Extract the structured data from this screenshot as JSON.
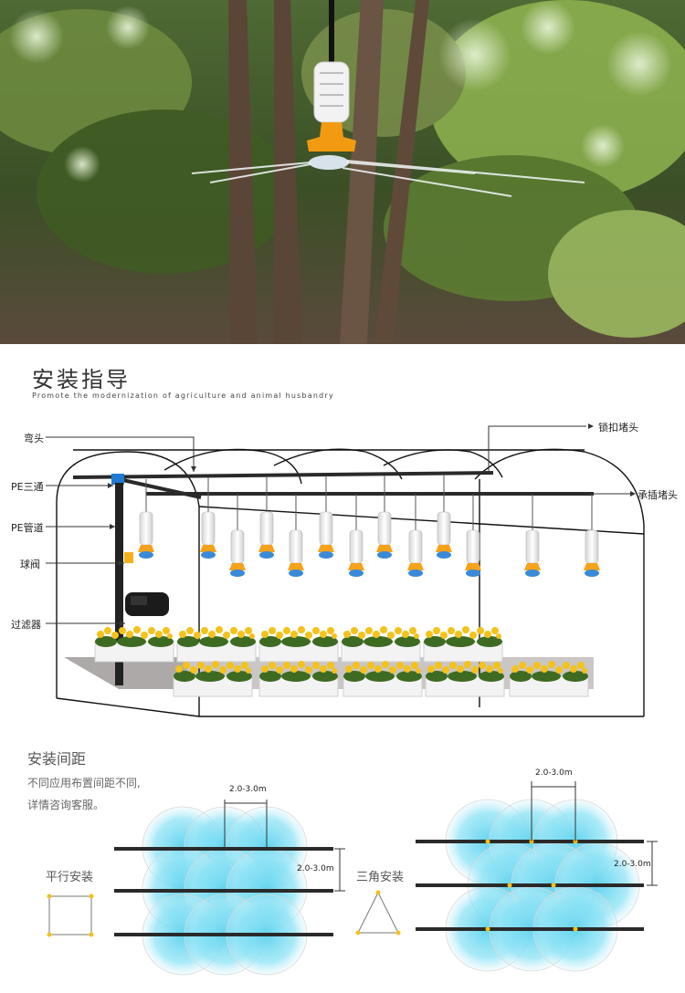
{
  "hero": {
    "photo": "mist-sprinkler-photo"
  },
  "guide": {
    "title": "安装指导",
    "subtitle": "Promote the modernization of agriculture and animal husbandry"
  },
  "labels": {
    "elbow": "弯头",
    "lock_cap": "锁扣堵头",
    "pe_tee": "PE三通",
    "socket_cap": "承插堵头",
    "pe_pipe": "PE管道",
    "ball_valve": "球阀",
    "filter": "过滤器"
  },
  "spacing": {
    "title": "安装间距",
    "desc_line1": "不同应用布置间距不同,",
    "desc_line2": "详情咨询客服。",
    "parallel": "平行安装",
    "triangle": "三角安装",
    "dim": "2.0-3.0m"
  },
  "colors": {
    "mist": "#5ad2ee",
    "pipe": "#2a2a2a",
    "nozzle": "#f6a21a",
    "flower": "#f4c21b"
  }
}
